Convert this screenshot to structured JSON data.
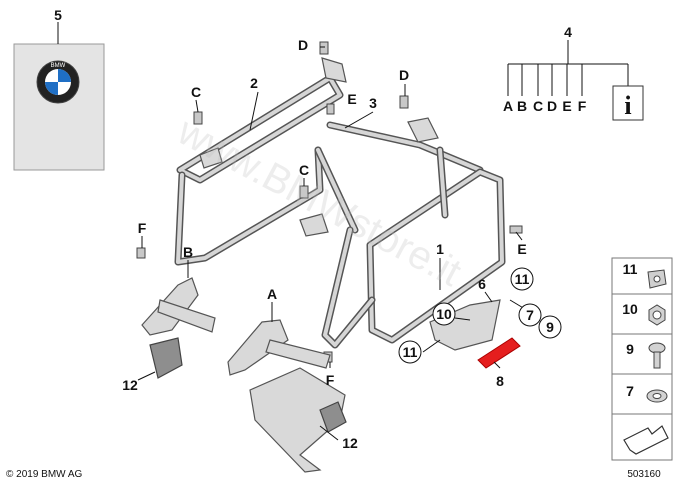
{
  "labels": {
    "l5": "5",
    "l4": "4",
    "l2": "2",
    "l3": "3",
    "l1": "1",
    "lD1": "D",
    "lD2": "D",
    "lC1": "C",
    "lC2": "C",
    "lE1": "E",
    "lE2": "E",
    "lF1": "F",
    "lF2": "F",
    "lB": "B",
    "lA": "A",
    "l12a": "12",
    "l12b": "12",
    "l6": "6",
    "l7": "7",
    "l8": "8",
    "l9": "9",
    "l10": "10",
    "l11a": "11",
    "l11b": "11"
  },
  "kit_letters": [
    "A",
    "B",
    "C",
    "D",
    "E",
    "F"
  ],
  "info_glyph": "i",
  "legend": [
    {
      "num": "11",
      "icon": "clip-nut-icon"
    },
    {
      "num": "10",
      "icon": "lock-nut-icon"
    },
    {
      "num": "9",
      "icon": "screw-icon"
    },
    {
      "num": "7",
      "icon": "washer-icon"
    }
  ],
  "arrow_icon": "arrow-box-icon",
  "logo_icon": "bmw-roundel-icon",
  "logo_text": "BMW",
  "copyright": "© 2019 BMW AG",
  "diagram_number": "503160",
  "watermark": "www.BMWstore.it",
  "colors": {
    "frame": "#555555",
    "reflector": "#e51e1e",
    "background": "#ffffff"
  }
}
